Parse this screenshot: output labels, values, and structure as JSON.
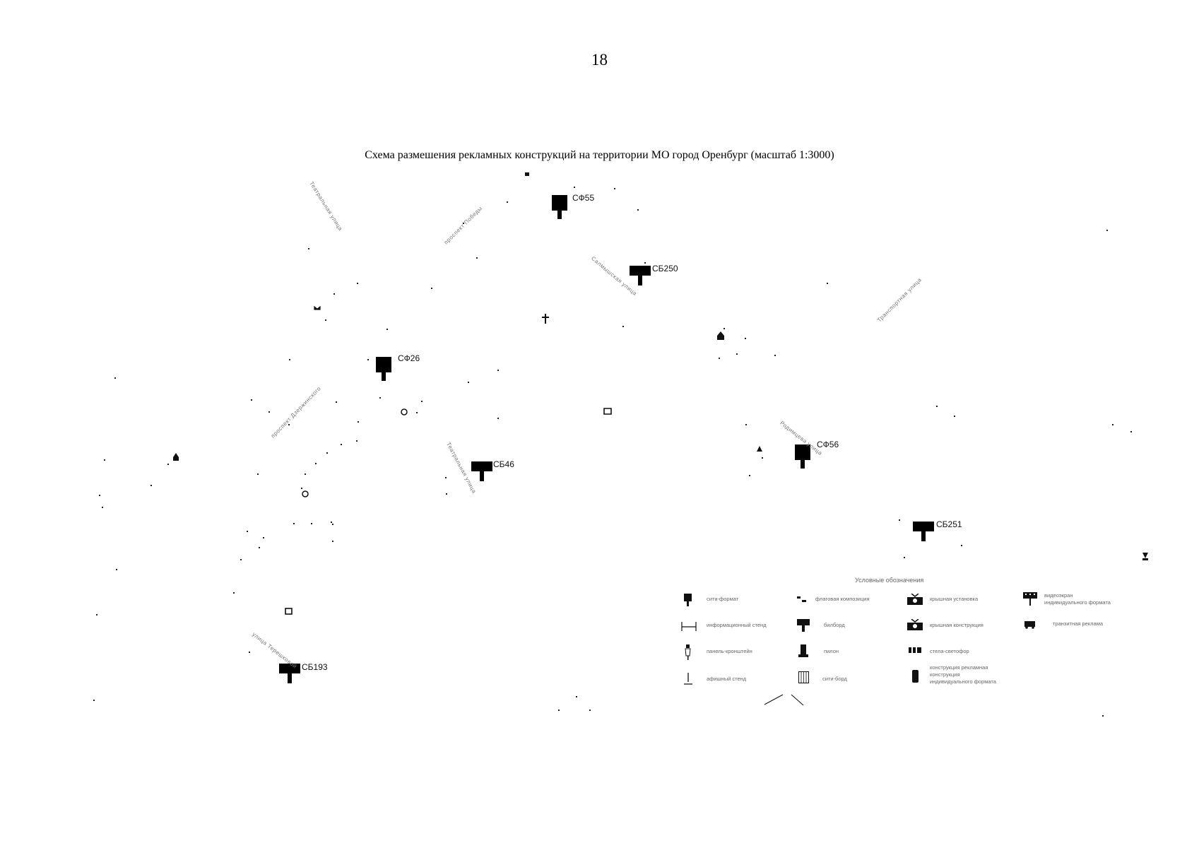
{
  "page_number": "18",
  "title": "Схема размешения рекламных конструкций на территории МО город Оренбург (масштаб 1:3000)",
  "map": {
    "streets": [
      {
        "id": "teatralnaya-north",
        "label": "Театральная улица"
      },
      {
        "id": "prospekt-pobedy-1",
        "label": "проспект Победы"
      },
      {
        "id": "prospekt-pobedy-2",
        "label": "проспект Дзержинского"
      },
      {
        "id": "teatralnaya-south",
        "label": "Театральная улица"
      },
      {
        "id": "street-center",
        "label": "Салмышская улица"
      },
      {
        "id": "street-east",
        "label": "Транспортная улица"
      },
      {
        "id": "street-east-2",
        "label": "Родимцева улица"
      },
      {
        "id": "street-south",
        "label": "улица Терешковой"
      }
    ],
    "constructions": [
      {
        "code": "СФ55",
        "type": "billboard-sf"
      },
      {
        "code": "СБ250",
        "type": "billboard-sb"
      },
      {
        "code": "СФ26",
        "type": "billboard-sf"
      },
      {
        "code": "СБ46",
        "type": "billboard-sb"
      },
      {
        "code": "СФ56",
        "type": "billboard-sf"
      },
      {
        "code": "СБ251",
        "type": "billboard-sb"
      },
      {
        "code": "СБ193",
        "type": "billboard-sb"
      }
    ]
  },
  "legend": {
    "title": "Условные обозначения",
    "items": [
      {
        "icon": "sitiformat-icon",
        "label": "сити-формат"
      },
      {
        "icon": "flag-composition-icon",
        "label": "флаговая композиция"
      },
      {
        "icon": "roof-install-icon",
        "label": "крышная установка"
      },
      {
        "icon": "video-screen-icon",
        "label": "видеоэкран\nиндивидуального формата"
      },
      {
        "icon": "info-stand-icon",
        "label": "информационный стенд"
      },
      {
        "icon": "billboard-icon",
        "label": "билборд"
      },
      {
        "icon": "roof-construction-icon",
        "label": "крышная конструкция"
      },
      {
        "icon": "transit-advert-icon",
        "label": "транзитная реклама"
      },
      {
        "icon": "bracket-panel-icon",
        "label": "панель-кронштейн"
      },
      {
        "icon": "pylon-icon",
        "label": "пилон"
      },
      {
        "icon": "stele-icon",
        "label": "стела-светофор"
      },
      {
        "icon": "poster-stand-icon",
        "label": "афишный стенд"
      },
      {
        "icon": "city-board-icon",
        "label": "сити-борд"
      },
      {
        "icon": "nonstandard-icon",
        "label": "конструкция рекламная\nконструкция\nиндивидуального формата"
      }
    ]
  }
}
